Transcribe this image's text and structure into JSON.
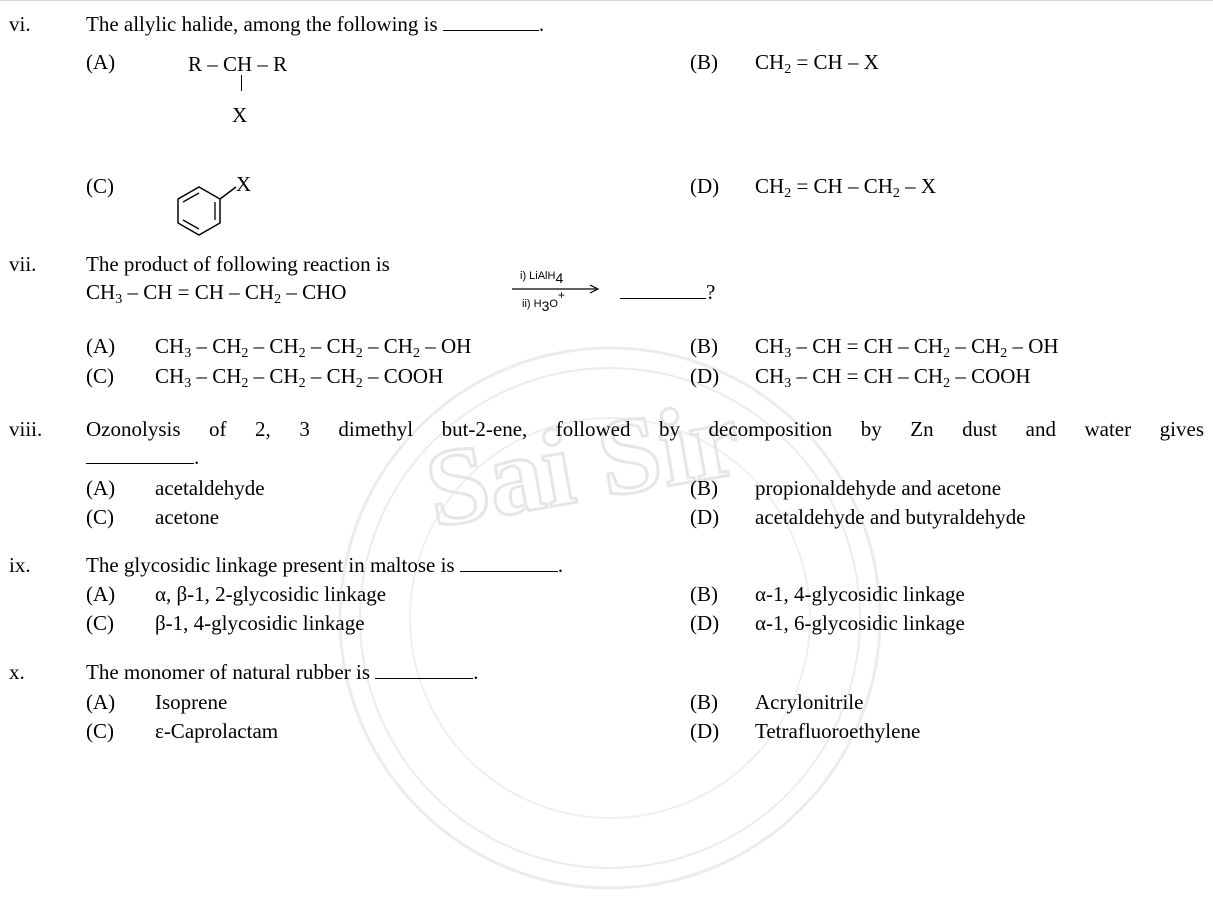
{
  "watermark": {
    "text": "Sai Sir",
    "color": "#e8e8e8"
  },
  "questions": [
    {
      "num": "vi.",
      "stem": "The allylic halide, among the following is",
      "end": ".",
      "options": [
        {
          "label": "(A)",
          "struct": {
            "chain": "R – CH – R",
            "substituent": "X"
          }
        },
        {
          "label": "(B)",
          "parts": [
            "CH",
            "2",
            " = CH – X"
          ]
        },
        {
          "label": "(C)",
          "substituent": "X"
        },
        {
          "label": "(D)",
          "parts": [
            "CH",
            "2",
            " = CH – CH",
            "2",
            " – X"
          ]
        }
      ]
    },
    {
      "num": "vii.",
      "stem": "The product of following reaction is",
      "reaction": {
        "reactant": [
          "CH",
          "3",
          " – CH = CH – CH",
          "2",
          " – CHO"
        ],
        "reagent1": [
          "i) LiAlH",
          "4"
        ],
        "reagent2": [
          "ii) H",
          "3",
          "O",
          "+"
        ],
        "end": "?"
      },
      "options": [
        {
          "label": "(A)",
          "parts": [
            "CH",
            "3",
            " – CH",
            "2",
            " – CH",
            "2",
            " – CH",
            "2",
            " – CH",
            "2",
            " – OH"
          ]
        },
        {
          "label": "(B)",
          "parts": [
            "CH",
            "3",
            " – CH = CH – CH",
            "2",
            " – CH",
            "2",
            " – OH"
          ]
        },
        {
          "label": "(C)",
          "parts": [
            "CH",
            "3",
            " – CH",
            "2",
            " – CH",
            "2",
            " – CH",
            "2",
            " – COOH"
          ]
        },
        {
          "label": "(D)",
          "parts": [
            "CH",
            "3",
            " – CH = CH – CH",
            "2",
            " – COOH"
          ]
        }
      ]
    },
    {
      "num": "viii.",
      "stem": "Ozonolysis of 2, 3 dimethyl but-2-ene, followed by decomposition by Zn dust and water gives",
      "end": ".",
      "options": [
        {
          "label": "(A)",
          "text": "acetaldehyde"
        },
        {
          "label": "(B)",
          "text": "propionaldehyde and acetone"
        },
        {
          "label": "(C)",
          "text": "acetone"
        },
        {
          "label": "(D)",
          "text": "acetaldehyde and butyraldehyde"
        }
      ]
    },
    {
      "num": "ix.",
      "stem": "The glycosidic linkage present in maltose is",
      "end": ".",
      "options": [
        {
          "label": "(A)",
          "text": "α, β-1, 2-glycosidic linkage"
        },
        {
          "label": "(B)",
          "text": "α-1, 4-glycosidic linkage"
        },
        {
          "label": "(C)",
          "text": "β-1, 4-glycosidic linkage"
        },
        {
          "label": "(D)",
          "text": "α-1, 6-glycosidic linkage"
        }
      ]
    },
    {
      "num": "x.",
      "stem": "The monomer of natural rubber is",
      "end": ".",
      "options": [
        {
          "label": "(A)",
          "text": "Isoprene"
        },
        {
          "label": "(B)",
          "text": "Acrylonitrile"
        },
        {
          "label": "(C)",
          "text": "ε-Caprolactam"
        },
        {
          "label": "(D)",
          "text": "Tetrafluoroethylene"
        }
      ]
    }
  ]
}
